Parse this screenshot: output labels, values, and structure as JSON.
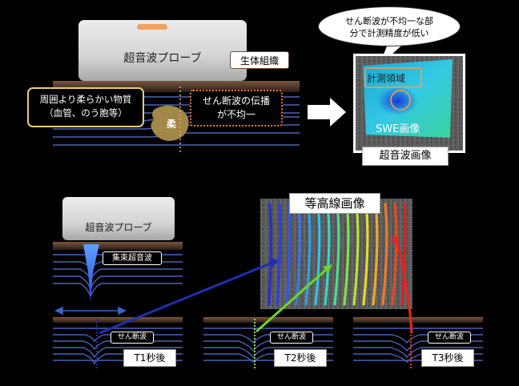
{
  "top": {
    "probe_label": "超音波プローブ",
    "tissue_label": "生体組織",
    "soft_tissue_text": "周囲より柔らかい物質\n（血管、のう胞等）",
    "soft_char": "柔",
    "propagation_text": "せん断波の伝播\nが不均一",
    "speech_text": "せん断波が不均一な部\n分で計測精度が低い",
    "measure_region_label": "計測領域",
    "swe_label": "SWE画像",
    "us_image_label": "超音波画像"
  },
  "bottom": {
    "probe_label": "超音波プローブ",
    "focused_label": "集束超音波",
    "contour_title": "等高線画像",
    "shear_label": "せん断波",
    "t1": "T1秒後",
    "t2": "T2秒後",
    "t3": "T3秒後"
  },
  "colors": {
    "orange": "#f0a850",
    "tissue_top": "#6b4a35",
    "line_blue": "#4a63b8",
    "arrow_blue": "#1f2fb0",
    "arrow_green": "#6ad62a",
    "arrow_red": "#e52620"
  }
}
